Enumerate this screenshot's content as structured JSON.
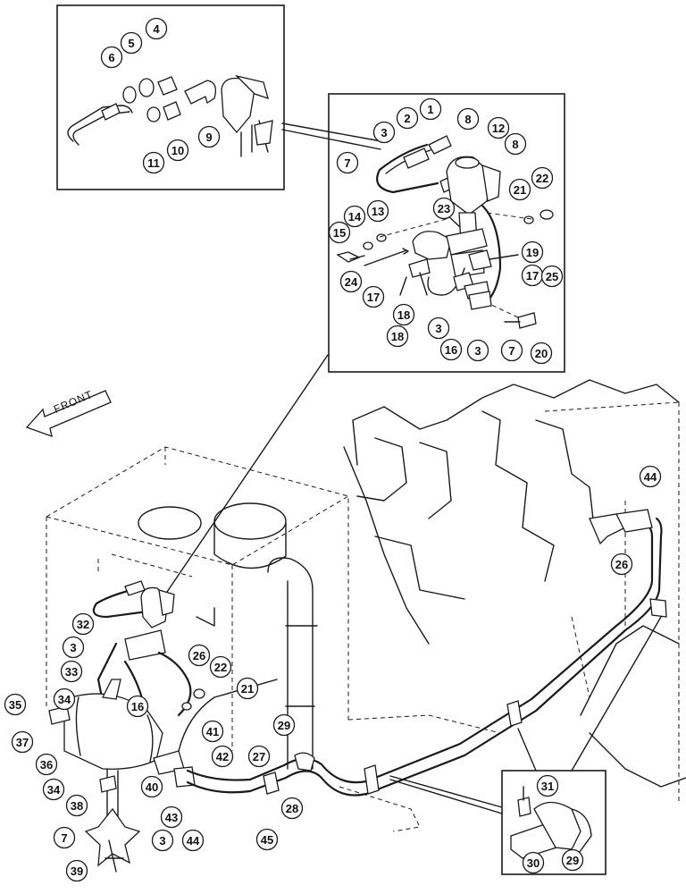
{
  "front_label": "FRONT",
  "callouts": {
    "inset_a": [
      "4",
      "5",
      "6",
      "9",
      "10",
      "11"
    ],
    "inset_b": [
      "1",
      "2",
      "3",
      "8",
      "12",
      "8",
      "7",
      "21",
      "22",
      "23",
      "14",
      "13",
      "15",
      "19",
      "24",
      "17",
      "18",
      "25",
      "17",
      "18",
      "3",
      "16",
      "3",
      "7",
      "20"
    ],
    "main": [
      "44",
      "26",
      "32",
      "3",
      "26",
      "22",
      "33",
      "35",
      "34",
      "16",
      "21",
      "37",
      "41",
      "29",
      "27",
      "36",
      "42",
      "34",
      "40",
      "28",
      "38",
      "43",
      "44",
      "45",
      "7",
      "3",
      "39",
      "31",
      "30",
      "29"
    ]
  }
}
